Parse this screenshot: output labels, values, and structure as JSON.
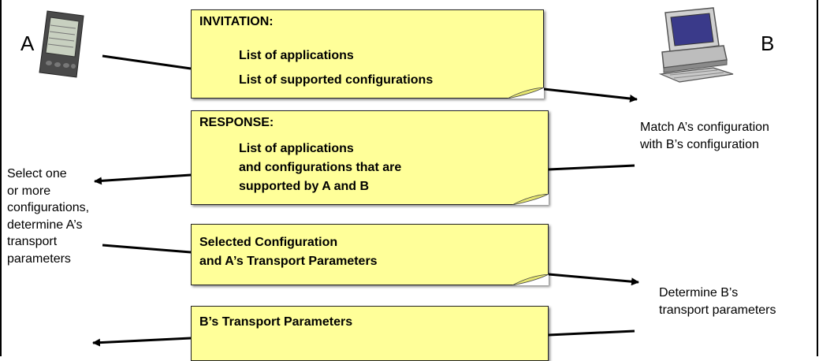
{
  "parties": {
    "a": "A",
    "b": "B"
  },
  "invitation": {
    "heading": "INVITATION:",
    "lines": [
      "List of applications",
      "List of supported configurations"
    ]
  },
  "response": {
    "heading": "RESPONSE:",
    "lines": [
      "List of applications",
      "and configurations that are",
      "supported by A and B"
    ]
  },
  "selected": {
    "lines": [
      "Selected Configuration",
      "and A’s Transport Parameters"
    ]
  },
  "b_params": {
    "lines": [
      "B’s Transport Parameters"
    ]
  },
  "side_notes": {
    "match": "Match A’s configuration\nwith B’s configuration",
    "select": "Select one\nor more\nconfigurations,\ndetermine A’s\ntransport\nparameters",
    "determine_b": "Determine B’s\ntransport parameters"
  },
  "colors": {
    "note_fill": "#ffff99",
    "arrow": "#000000"
  },
  "icons": {
    "device_a": "pda-icon",
    "device_b": "desktop-computer-icon"
  }
}
